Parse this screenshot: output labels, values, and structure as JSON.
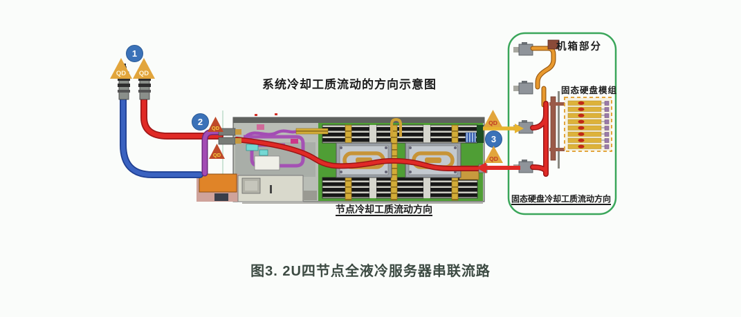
{
  "title": "系统冷却工质流动的方向示意图",
  "caption": "图3. 2U四节点全液冷服务器串联流路",
  "server": {
    "flow_label": "节点冷却工质流动方向"
  },
  "chassis_box": {
    "title": "机箱部分",
    "ssd_module_label": "固态硬盘模组",
    "flow_label": "固态硬盘冷却工质流动方向"
  },
  "markers": {
    "qd_label": "QD",
    "steps": [
      "1",
      "2",
      "3"
    ]
  },
  "colors": {
    "cold_supply_blue": "#3a62c0",
    "hot_return_red": "#e02a26",
    "node_loop_purple": "#a34cb4",
    "chassis_loop_orange": "#e8992e",
    "chassis_box_green": "#3aa65a",
    "qd_triangle_gold": "#e2a53c",
    "qd_triangle_red": "#bf4a2a",
    "step_marker_blue": "#3b72b8",
    "caption_green": "#3c4a42",
    "arrow_yellow": "#e8b42e"
  }
}
